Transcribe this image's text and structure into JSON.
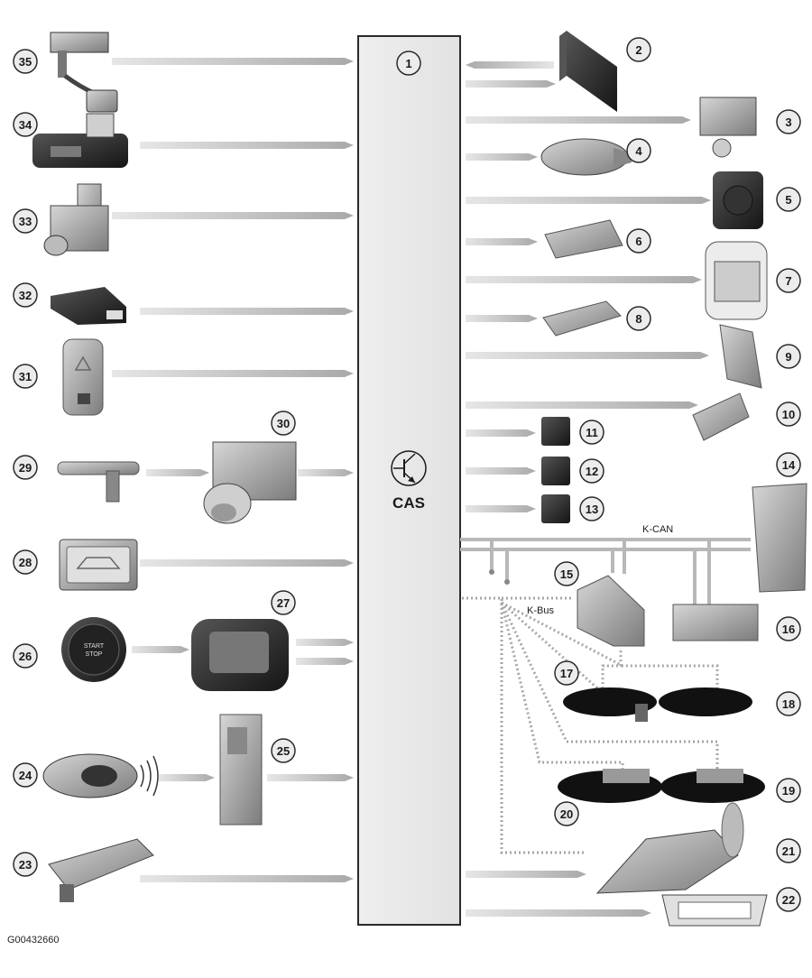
{
  "cas_module": {
    "number": "1",
    "label": "CAS"
  },
  "bus_labels": {
    "k_can": "K-CAN",
    "k_bus": "K-Bus"
  },
  "figure_id": "G00432660",
  "component_numbers": {
    "c2": "2",
    "c3": "3",
    "c4": "4",
    "c5": "5",
    "c6": "6",
    "c7": "7",
    "c8": "8",
    "c9": "9",
    "c10": "10",
    "c11": "11",
    "c12": "12",
    "c13": "13",
    "c14": "14",
    "c15": "15",
    "c16": "16",
    "c17": "17",
    "c18": "18",
    "c19": "19",
    "c20": "20",
    "c21": "21",
    "c22": "22",
    "c23": "23",
    "c24": "24",
    "c25": "25",
    "c26": "26",
    "c27": "27",
    "c28": "28",
    "c29": "29",
    "c30": "30",
    "c31": "31",
    "c32": "32",
    "c33": "33",
    "c34": "34",
    "c35": "35"
  },
  "colors": {
    "arrow": "#c8c8c8",
    "component_fill": "#9a9a9a",
    "component_dark": "#2e2e2e",
    "module_fill": "#ececec",
    "bus_line": "#b8b8b8"
  }
}
